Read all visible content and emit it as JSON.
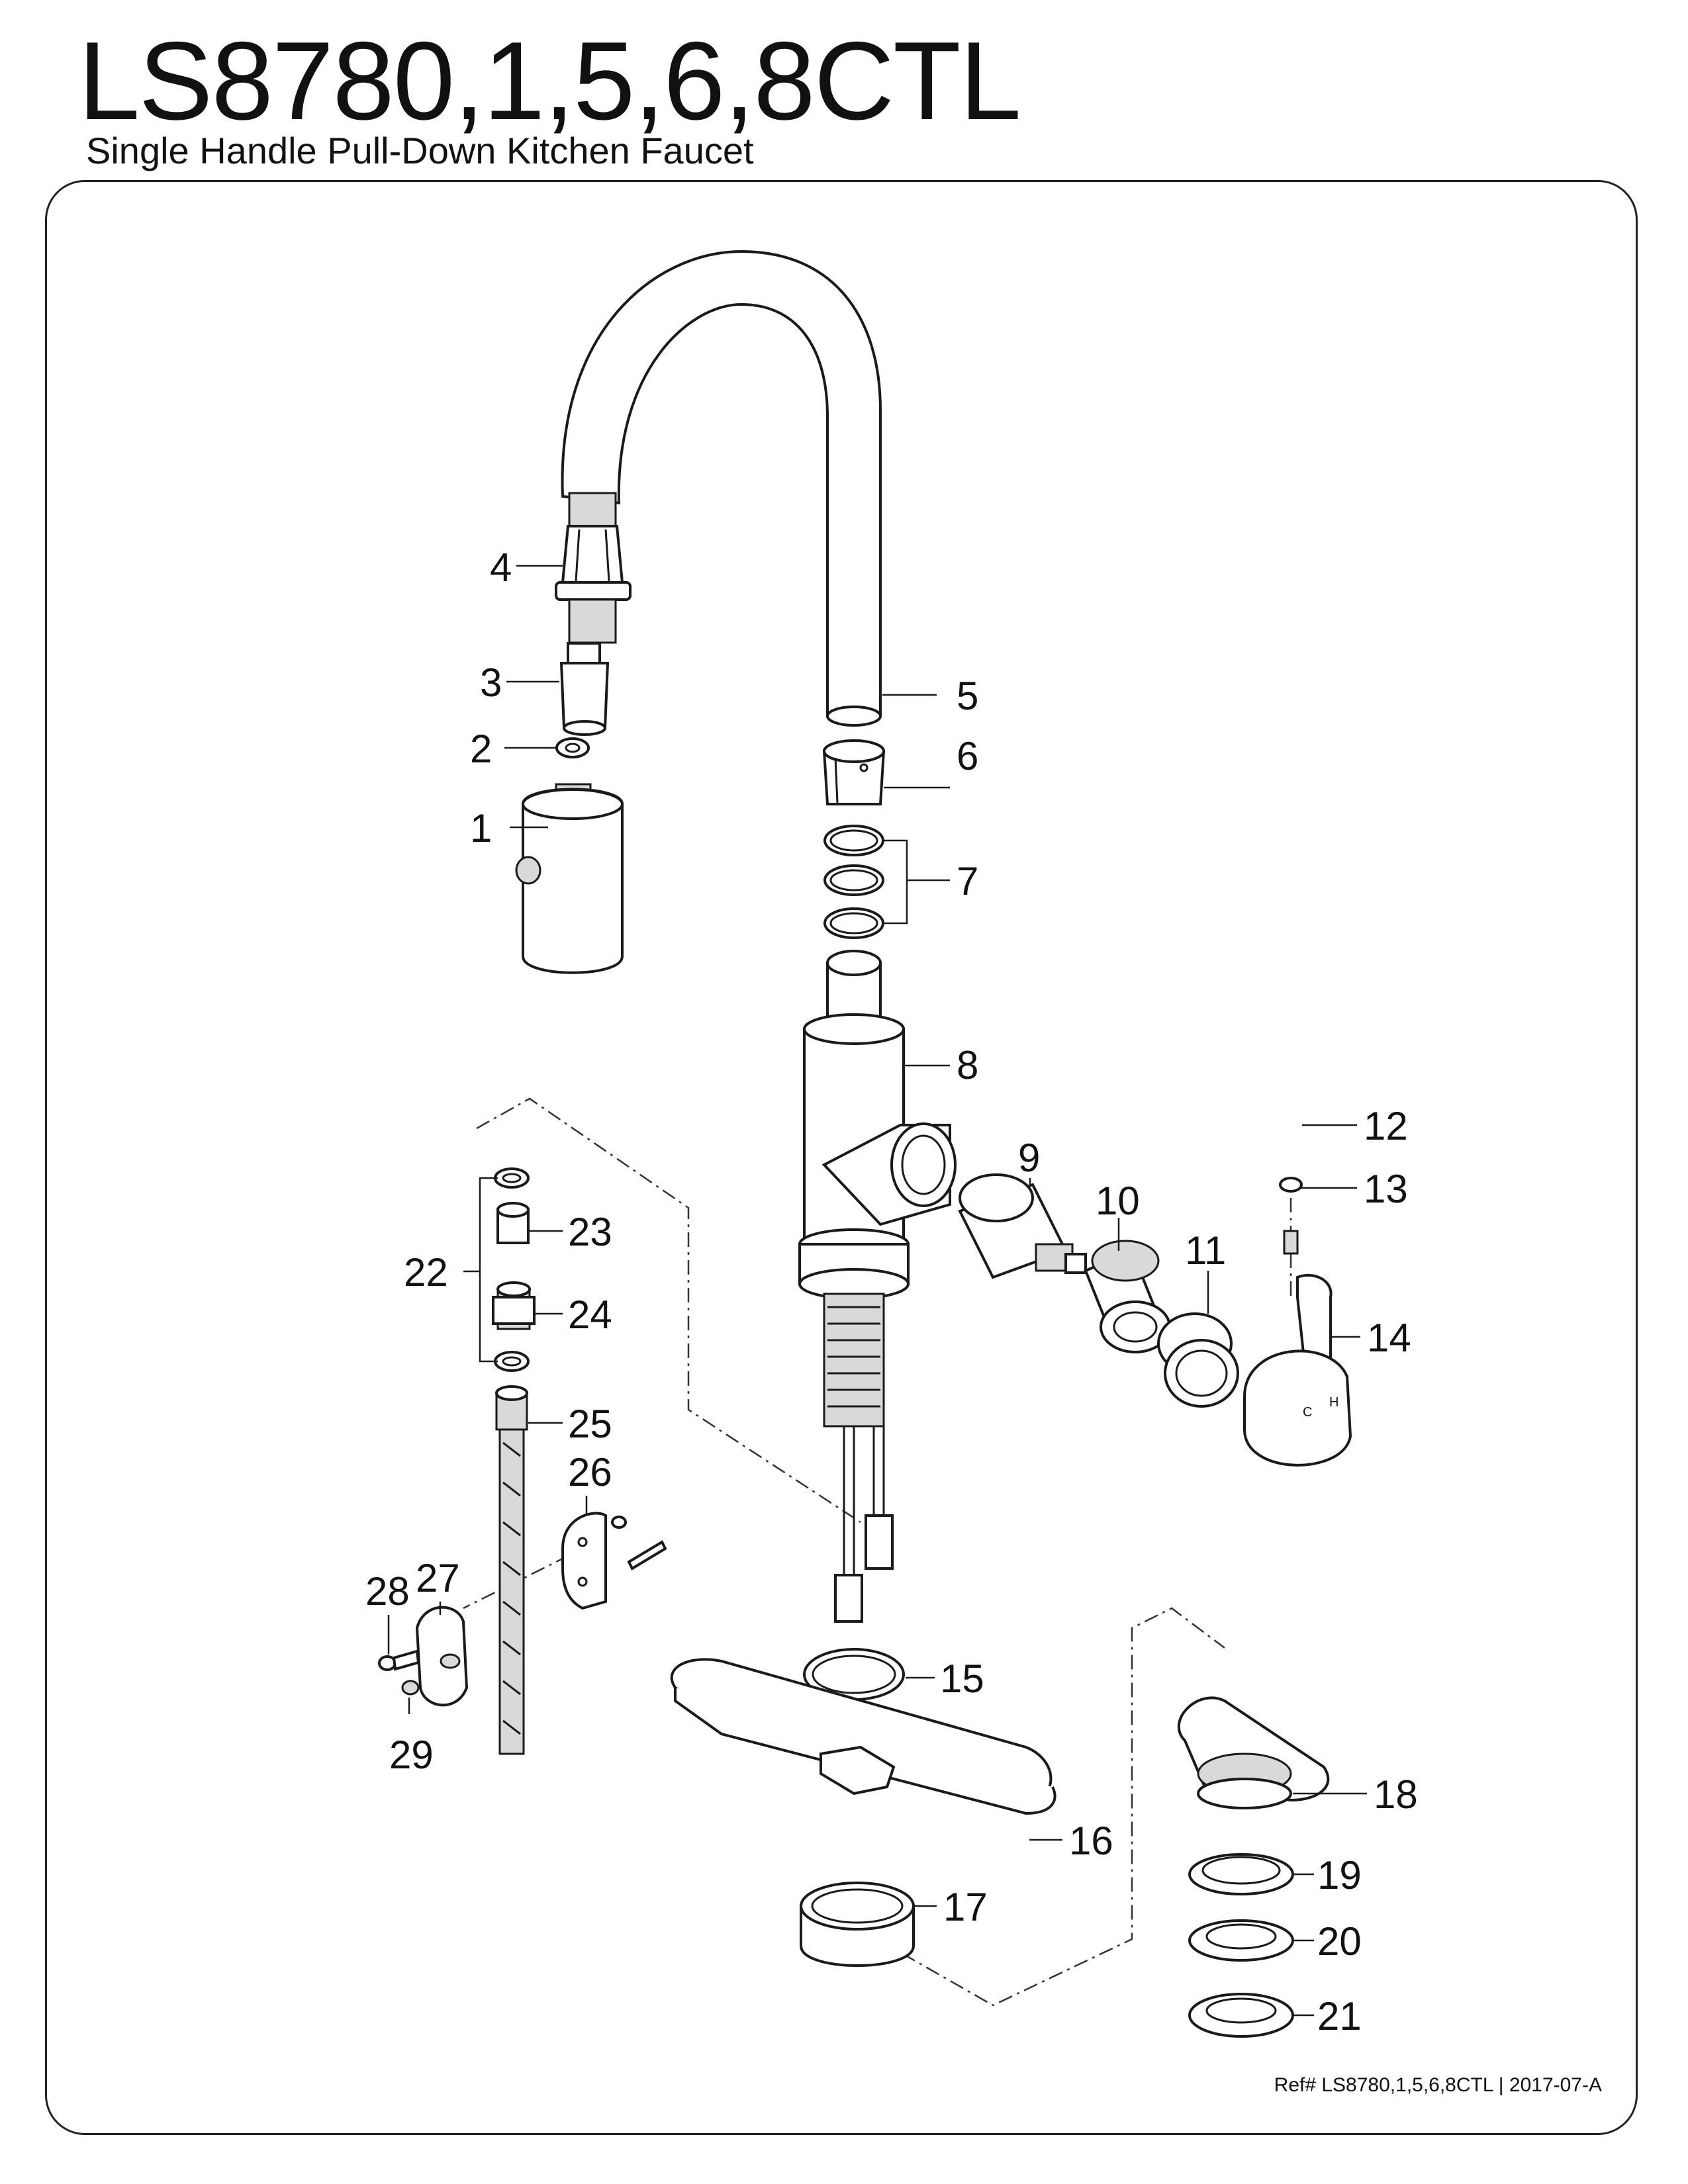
{
  "header": {
    "title": "LS8780,1,5,6,8CTL",
    "subtitle": "Single Handle Pull-Down Kitchen Faucet"
  },
  "footer": {
    "ref": "Ref# LS8780,1,5,6,8CTL | 2017-07-A"
  },
  "parts": {
    "p1": "1",
    "p2": "2",
    "p3": "3",
    "p4": "4",
    "p5": "5",
    "p6": "6",
    "p7": "7",
    "p8": "8",
    "p9": "9",
    "p10": "10",
    "p11": "11",
    "p12": "12",
    "p13": "13",
    "p14": "14",
    "p15": "15",
    "p16": "16",
    "p17": "17",
    "p18": "18",
    "p19": "19",
    "p20": "20",
    "p21": "21",
    "p22": "22",
    "p23": "23",
    "p24": "24",
    "p25": "25",
    "p26": "26",
    "p27": "27",
    "p28": "28",
    "p29": "29"
  },
  "handle_marks": {
    "hot": "H",
    "cold": "C"
  }
}
